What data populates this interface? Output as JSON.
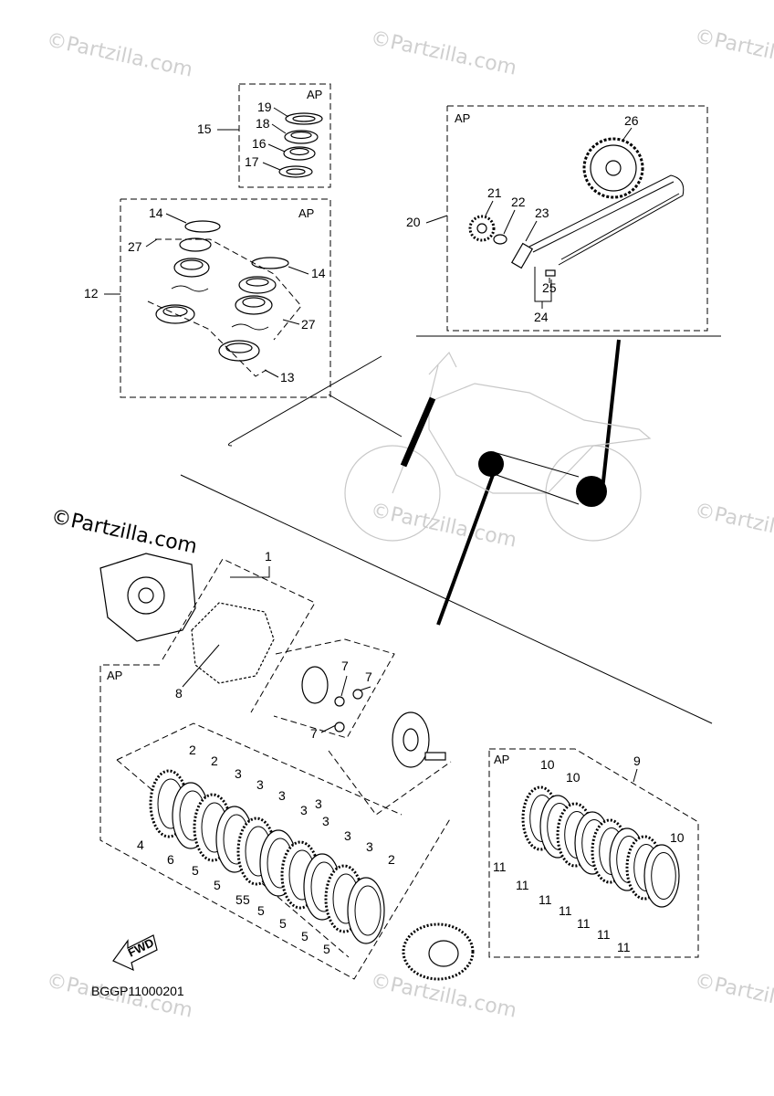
{
  "watermark": {
    "text": "©Partzilla.com",
    "main_text": "©Partzilla.com"
  },
  "diagram_code": "BGGP11000201",
  "fwd_label": "FWD",
  "groups": {
    "g15": {
      "ap": "AP",
      "label": "15"
    },
    "g12": {
      "ap": "AP",
      "label": "12"
    },
    "g20": {
      "ap": "AP",
      "label": "20"
    },
    "g_clutch": {
      "ap": "AP",
      "label": "1"
    },
    "g9": {
      "ap": "AP",
      "label": "9"
    }
  },
  "callouts": {
    "c19": "19",
    "c18": "18",
    "c16": "16",
    "c17": "17",
    "c14a": "14",
    "c14b": "14",
    "c27a": "27",
    "c27b": "27",
    "c13": "13",
    "c26": "26",
    "c21": "21",
    "c22": "22",
    "c23": "23",
    "c25": "25",
    "c24": "24",
    "c8": "8",
    "c7a": "7",
    "c7b": "7",
    "c7c": "7",
    "c2a": "2",
    "c2b": "2",
    "c2c": "2",
    "c3a": "3",
    "c3b": "3",
    "c3c": "3",
    "c3d": "3",
    "c3e": "3",
    "c3f": "3",
    "c3g": "3",
    "c3h": "3",
    "c4": "4",
    "c6": "6",
    "c5a": "5",
    "c5b": "5",
    "c5c": "5",
    "c5d": "5",
    "c5e": "5",
    "c5f": "5",
    "c5g": "5",
    "c5h": "5",
    "c10a": "10",
    "c10b": "10",
    "c10c": "10",
    "c11a": "11",
    "c11b": "11",
    "c11c": "11",
    "c11d": "11",
    "c11e": "11",
    "c11f": "11",
    "c11g": "11"
  }
}
